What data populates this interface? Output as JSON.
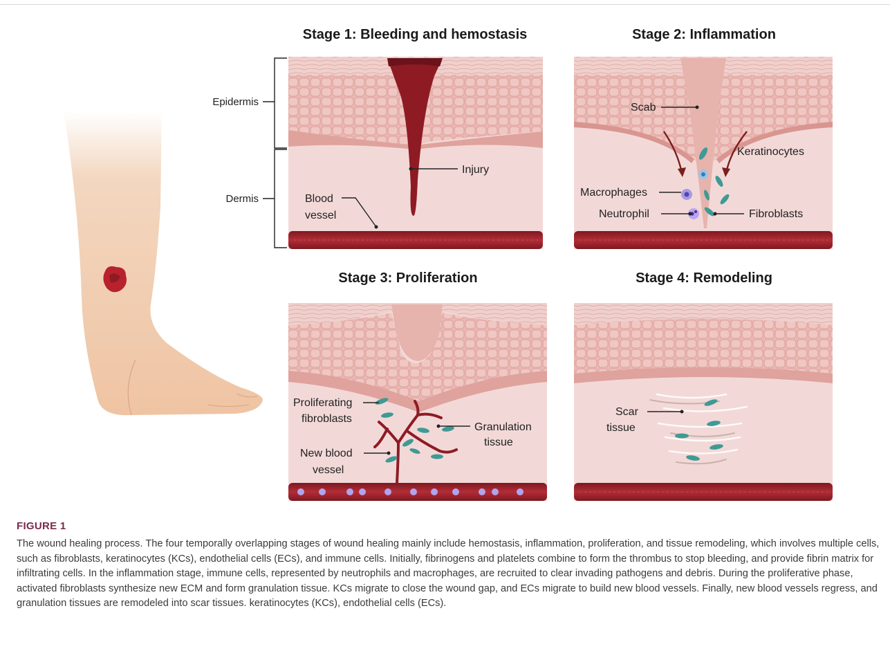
{
  "stages": [
    {
      "title": "Stage 1: Bleeding and hemostasis"
    },
    {
      "title": "Stage 2: Inflammation"
    },
    {
      "title": "Stage 3: Proliferation"
    },
    {
      "title": "Stage 4: Remodeling"
    }
  ],
  "layers": {
    "epidermis": "Epidermis",
    "dermis": "Dermis"
  },
  "labels": {
    "blood_vessel_1": "Blood",
    "blood_vessel_2": "vessel",
    "injury": "Injury",
    "scab": "Scab",
    "keratinocytes": "Keratinocytes",
    "macrophages": "Macrophages",
    "neutrophil": "Neutrophil",
    "fibroblasts": "Fibroblasts",
    "prolif_1": "Proliferating",
    "prolif_2": "fibroblasts",
    "gran_1": "Granulation",
    "gran_2": "tissue",
    "newvessel_1": "New blood",
    "newvessel_2": "vessel",
    "scar_1": "Scar",
    "scar_2": "tissue"
  },
  "caption": {
    "label": "FIGURE 1",
    "text": "The wound healing process. The four temporally overlapping stages of wound healing mainly include hemostasis, inflammation, proliferation, and tissue remodeling, which involves multiple cells, such as fibroblasts, keratinocytes (KCs), endothelial cells (ECs), and immune cells. Initially, fibrinogens and platelets combine to form the thrombus to stop bleeding, and provide fibrin matrix for infiltrating cells. In the inflammation stage, immune cells, represented by neutrophils and macrophages, are recruited to clear invading pathogens and debris. During the proliferative phase, activated fibroblasts synthesize new ECM and form granulation tissue. KCs migrate to close the wound gap, and ECs migrate to build new blood vessels. Finally, new blood vessels regress, and granulation tissues are remodeled into scar tissues. keratinocytes (KCs), endothelial cells (ECs)."
  },
  "colors": {
    "dermis": "#f2d9d8",
    "epidermis": "#e8b5b1",
    "skin_surface": "#f3dcd7",
    "blood": "#8e1b24",
    "vessel": "#a32630",
    "leg": "#efc8a8",
    "fibroblast": "#3f9a94",
    "caption_label": "#7a2a4a"
  }
}
